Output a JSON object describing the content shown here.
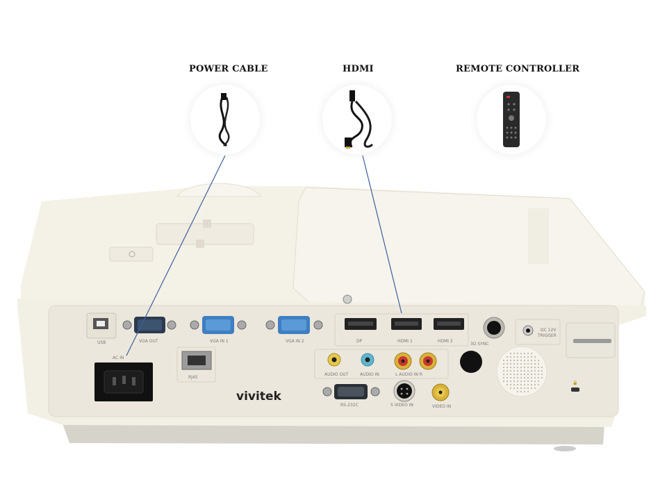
{
  "callouts": {
    "power": "POWER CABLE",
    "hdmi": "HDMI",
    "remote": "REMOTE CONTROLLER"
  },
  "brand": "vivitek",
  "port_labels": {
    "usb": "USB",
    "vga_out": "VGA OUT",
    "vga_in_1": "VGA IN 1",
    "vga_in_2": "VGA IN 2",
    "dp": "DP",
    "hdmi_1": "HDMI 1",
    "hdmi_2": "HDMI 2",
    "sync_3d": "3D SYNC",
    "dc_trigger_1": "DC 12V",
    "dc_trigger_2": "TRIGGER",
    "ac_in": "AC IN",
    "rj45": "RJ45",
    "audio_out": "AUDIO OUT",
    "audio_in": "AUDIO IN",
    "audio_in_lr": "L AUDIO IN R",
    "rs232c": "RS-232C",
    "s_video_in": "S VIDEO IN",
    "video_in": "VIDEO IN"
  },
  "colors": {
    "body": "#f2efe4",
    "panel": "#ebe7dc",
    "vga_blue": "#3f7fc1",
    "audio_yellow": "#e6c84a",
    "audio_cyan": "#5fb6cf",
    "rca_red": "#c8372d",
    "callout_line": "#3e5f9c"
  }
}
